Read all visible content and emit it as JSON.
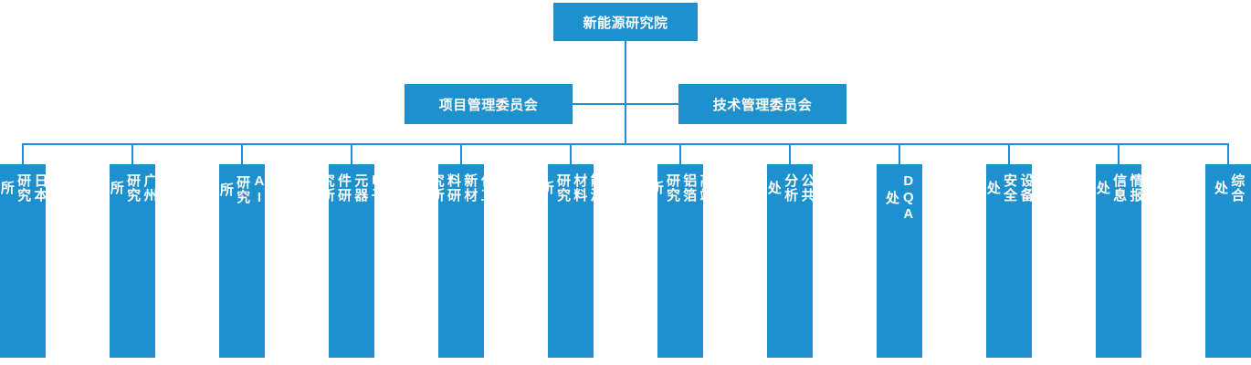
{
  "colors": {
    "node_fill": "#1e90ce",
    "node_text": "#ffffff",
    "connector": "#1e90ce",
    "background": "#ffffff"
  },
  "org_chart": {
    "root": {
      "label": "新能源研究院"
    },
    "committees": [
      {
        "label": "项目管理委员会"
      },
      {
        "label": "技术管理委员会"
      }
    ],
    "departments": [
      {
        "label": "日本\n研究\n所"
      },
      {
        "label": "广州\n研究\n所"
      },
      {
        "label": "AI\n研究\n所"
      },
      {
        "label": "电子\n元器\n件研\n究所"
      },
      {
        "label": "化工\n新材\n料研\n究所"
      },
      {
        "label": "能源\n材料\n研究\n所"
      },
      {
        "label": "高端\n铝箔\n研究\n所"
      },
      {
        "label": "公共\n分析\n处"
      },
      {
        "label": "DQA\n处"
      },
      {
        "label": "设备\n安全\n处"
      },
      {
        "label": "情报\n信息\n处"
      },
      {
        "label": "综合\n处"
      }
    ]
  }
}
